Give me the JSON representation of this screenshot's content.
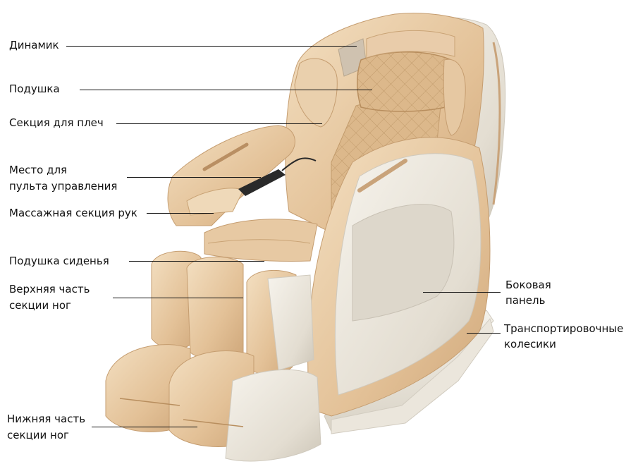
{
  "labels": {
    "speaker": "Динамик",
    "pillow": "Подушка",
    "shoulder": "Секция для плеч",
    "remote_line1": "Место для",
    "remote_line2": "пульта управления",
    "arm": "Массажная секция рук",
    "seat": "Подушка сиденья",
    "upper_leg_line1": "Верхняя часть",
    "upper_leg_line2": "секции ног",
    "lower_leg_line1": "Нижняя часть",
    "lower_leg_line2": "секции ног",
    "side_line1": "Боковая",
    "side_line2": "панель",
    "wheels_line1": "Транспортировочные",
    "wheels_line2": "колесики"
  },
  "colors": {
    "beige": "#e6c59b",
    "beige_dark": "#c9a375",
    "beige_light": "#f1dcbd",
    "cream": "#ece7dc",
    "cream_dark": "#cfc9bd",
    "trim": "#b8895f",
    "remote": "#2a2a2a",
    "line": "#111111"
  }
}
